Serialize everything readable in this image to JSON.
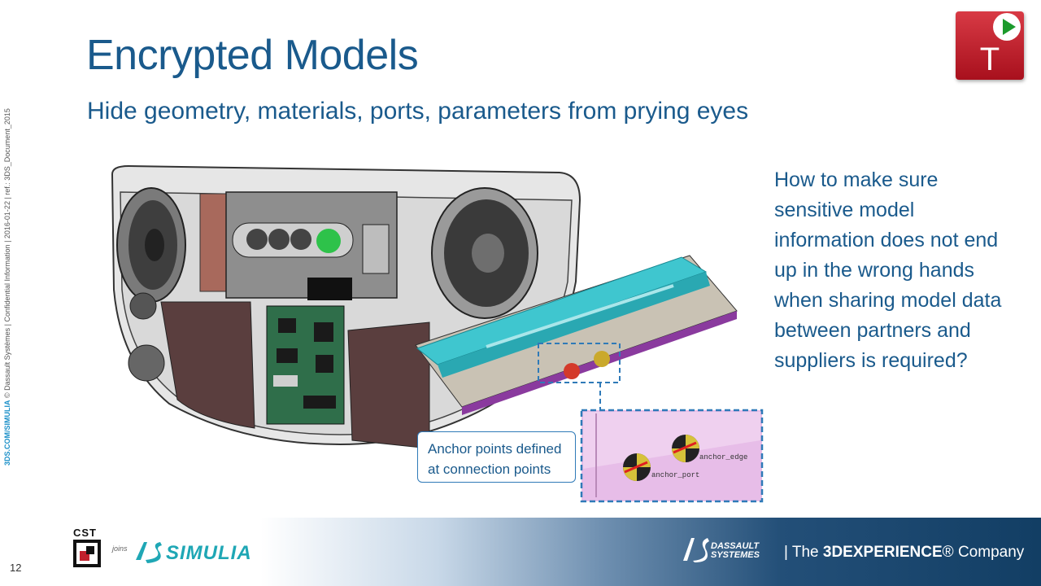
{
  "slide": {
    "title": "Encrypted Models",
    "subtitle": "Hide geometry, materials, ports, parameters from prying eyes",
    "question_lines": [
      "How to make sure",
      "sensitive model",
      "information does not end",
      "up in the wrong hands",
      "when sharing model data",
      "between partners and",
      "suppliers is required?"
    ],
    "page_number": "12",
    "side_text_highlight": "3DS.COM/SIMULIA",
    "side_text_rest": " © Dassault Systèmes | Confidential Information | 2016-01-22 | ref.: 3DS_Document_2015"
  },
  "illustration": {
    "callout_line1": "Anchor points defined",
    "callout_line2": "at connection points",
    "label_anchor_edge": "anchor_edge",
    "label_anchor_port": "anchor_port"
  },
  "logos": {
    "cst": "CST",
    "joins": "joins",
    "simulia": "SIMULIA",
    "ds_line1": "DASSAULT",
    "ds_line2": "SYSTEMES",
    "tag_prefix": "| The ",
    "tag_bold": "3DEXPERIENCE",
    "tag_suffix": "® Company",
    "t_letter": "T"
  },
  "colors": {
    "title": "#1a5a8c",
    "accent_blue": "#2f7ab8",
    "simulia_teal": "#1fa7b5",
    "logo_red": "#c0202c",
    "footer_dark": "#123e64"
  },
  "icons": [
    "play-icon",
    "simulia-logo-icon",
    "ds-logo-icon",
    "cst-logo-icon"
  ]
}
